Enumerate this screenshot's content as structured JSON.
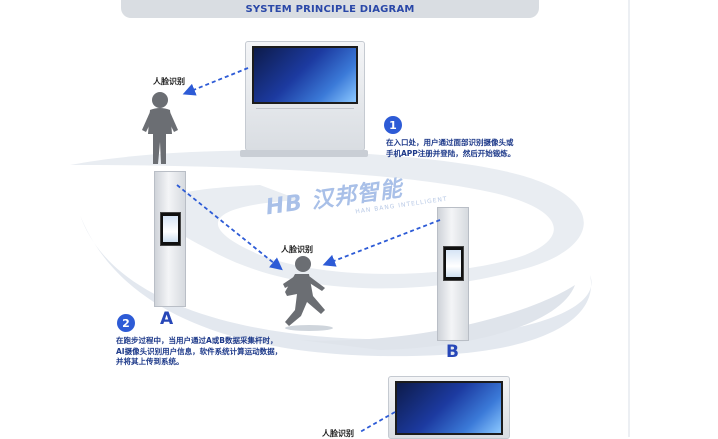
{
  "header": {
    "title": "SYSTEM PRINCIPLE DIAGRAM"
  },
  "labels": {
    "face_top": "人脸识别",
    "face_center": "人脸识别",
    "face_bottom": "人脸识别",
    "pillar_a": "A",
    "pillar_b": "B"
  },
  "steps": [
    {
      "number": "1",
      "lines": [
        "在入口处，用户通过面部识别摄像头或",
        "手机APP注册并登陆，然后开始锻炼。"
      ]
    },
    {
      "number": "2",
      "lines": [
        "在跑步过程中，当用户通过A或B数据采集杆时，",
        "AI摄像头识别用户信息，软件系统计算运动数据，",
        "并将其上传到系统。"
      ]
    }
  ],
  "watermark": {
    "brand": "HB 汉邦智能",
    "sub": "HAN BANG INTELLIGENT"
  },
  "colors": {
    "accent": "#2d5bd6",
    "text_blue": "#1e3a8a",
    "track": "#e3e8ef",
    "arrow": "#2d5bd6"
  },
  "icons": [
    "person-standing-icon",
    "person-running-icon",
    "number-badge-icon"
  ]
}
